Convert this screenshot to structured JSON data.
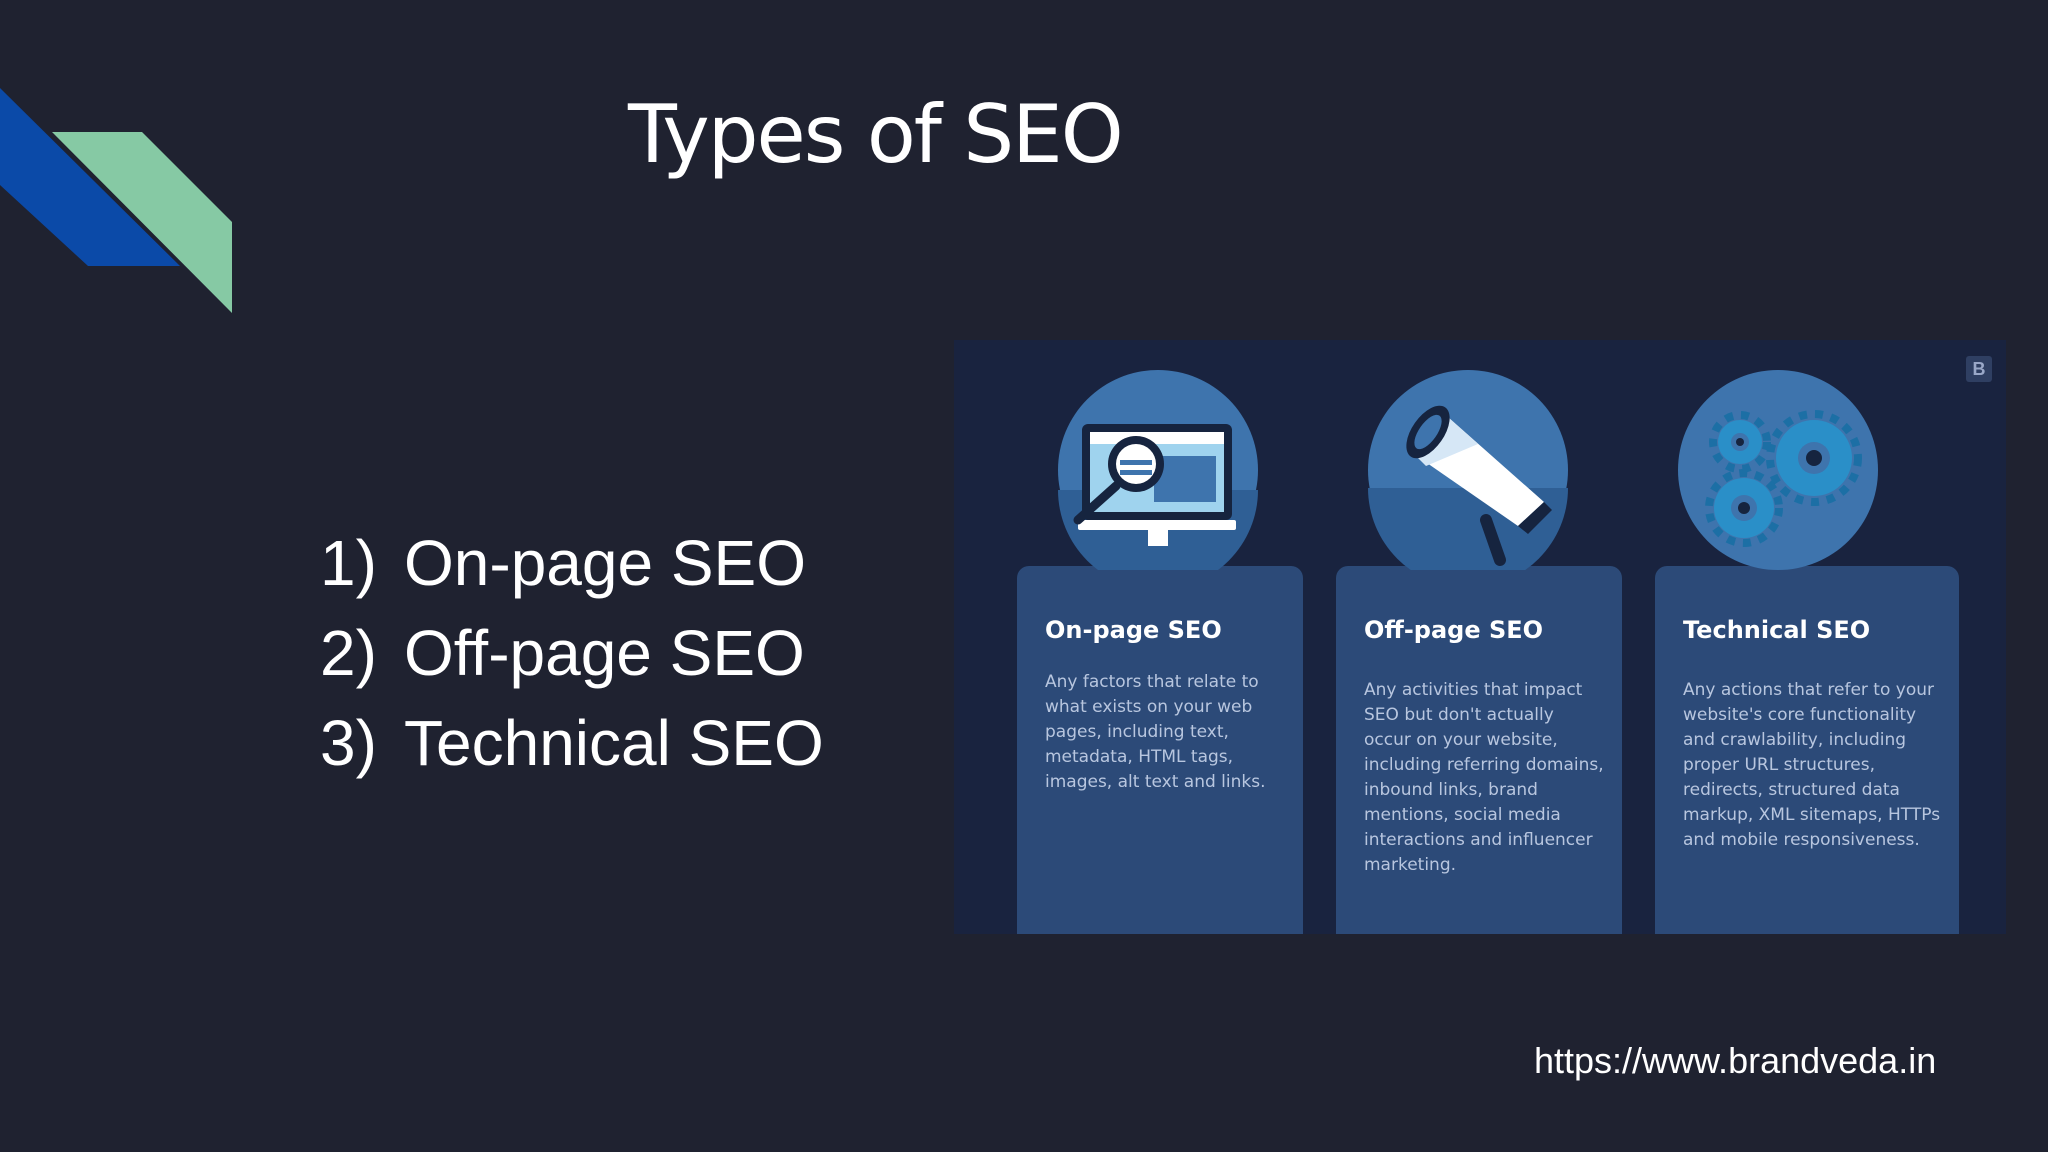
{
  "slide": {
    "title": "Types of SEO",
    "bullets": [
      {
        "num": "1)",
        "text": "On-page SEO"
      },
      {
        "num": "2)",
        "text": "Off-page SEO"
      },
      {
        "num": "3)",
        "text": "Technical SEO"
      }
    ],
    "footer_url": "https://www.brandveda.in"
  },
  "infographic": {
    "brand_mark": "B",
    "cards": [
      {
        "title": "On-page SEO",
        "description": "Any factors that relate to what exists on your web pages, including text, metadata, HTML tags, images, alt text and links.",
        "icon": "monitor-magnifier-icon"
      },
      {
        "title": "Off-page SEO",
        "description": "Any activities that impact SEO but don't actually occur on your website, including referring domains, inbound links, brand mentions, social media interactions and influencer marketing.",
        "icon": "megaphone-icon"
      },
      {
        "title": "Technical SEO",
        "description": "Any actions that refer to your website's core functionality and crawlability, including proper URL structures, redirects, structured data markup, XML sitemaps, HTTPs and mobile responsiveness.",
        "icon": "gears-icon"
      }
    ]
  },
  "colors": {
    "background": "#1f2230",
    "accent_blue": "#0b4aa8",
    "accent_green": "#86c9a4",
    "infographic_bg": "#19233f",
    "card_bg": "#2c4a78",
    "icon_circle": "#3e74ad"
  }
}
